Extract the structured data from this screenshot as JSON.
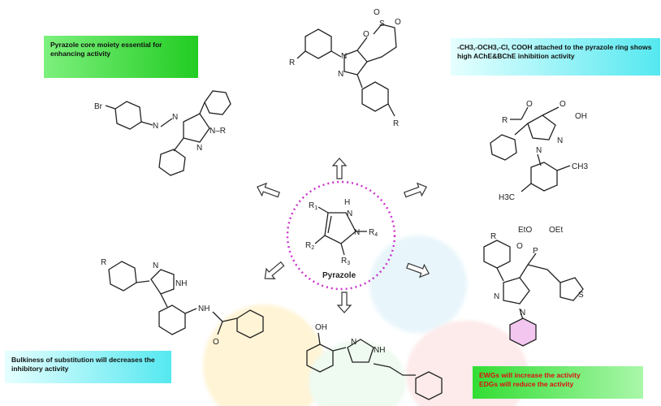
{
  "notes": {
    "core": "Pyrazole core moiety essential for enhancing activity",
    "substituents": "-CH3,-OCH3,-Cl, COOH attached to the pyrazole ring shows high AChE&BChE inhibition activity",
    "bulkiness": "Bulkiness of substitution will decreases the inhibitory activity",
    "ewg": "EWGs will increase the activity",
    "edg": "EDGs will reduce the activity"
  },
  "center": {
    "name": "Pyrazole",
    "r1": "R",
    "r1_sub": "1",
    "r2": "R",
    "r2_sub": "2",
    "r3": "R",
    "r3_sub": "3",
    "r4": "R",
    "r4_sub": "4",
    "nh": "N",
    "nh_h": "H",
    "n": "N"
  },
  "labels": {
    "br": "Br",
    "r": "R",
    "n": "N",
    "nr": "N–R",
    "nh": "NH",
    "o": "O",
    "s": "S",
    "oh": "OH",
    "ch3": "CH3",
    "h3c": "H3C",
    "p": "P",
    "eto": "EtO",
    "oet": "OEt"
  },
  "colors": {
    "dotted_circle": "#cc33cc",
    "green_note": "#22cc22",
    "cyan_note": "#55e8f0",
    "ewg_text": "#dd1111",
    "highlight_ring": "#f3c6ef"
  }
}
